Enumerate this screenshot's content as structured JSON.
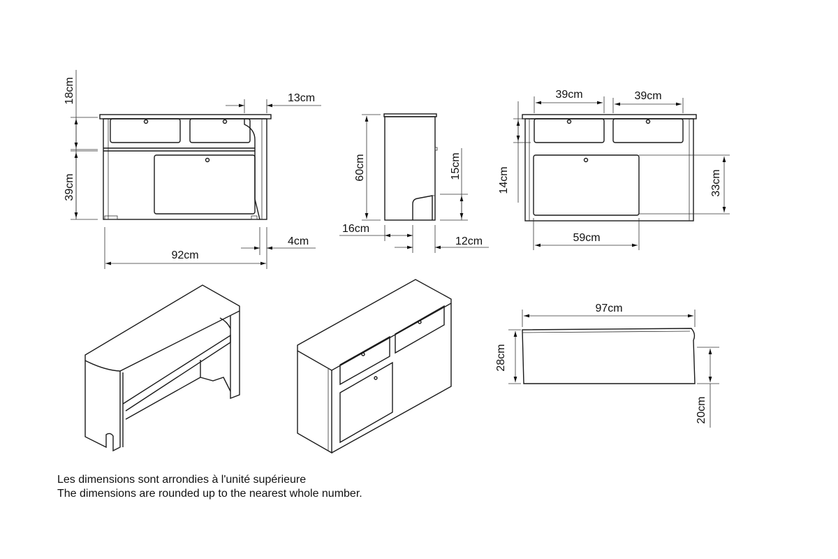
{
  "front_view": {
    "height_upper": "18cm",
    "side_offset_top": "13cm",
    "height_lower": "39cm",
    "width": "92cm",
    "side_offset_bottom": "4cm"
  },
  "side_view": {
    "height": "60cm",
    "cutout_height": "15cm",
    "depth_front": "16cm",
    "depth_back": "12cm"
  },
  "back_view": {
    "drawer_left_width": "39cm",
    "drawer_right_width": "39cm",
    "drawer_height": "14cm",
    "cabinet_height": "33cm",
    "cabinet_width": "59cm"
  },
  "top_view": {
    "width": "97cm",
    "depth": "28cm",
    "depth_inner": "20cm"
  },
  "notes": {
    "fr": "Les dimensions sont arrondies à l'unité supérieure",
    "en": "The dimensions are rounded up to the nearest whole number."
  }
}
